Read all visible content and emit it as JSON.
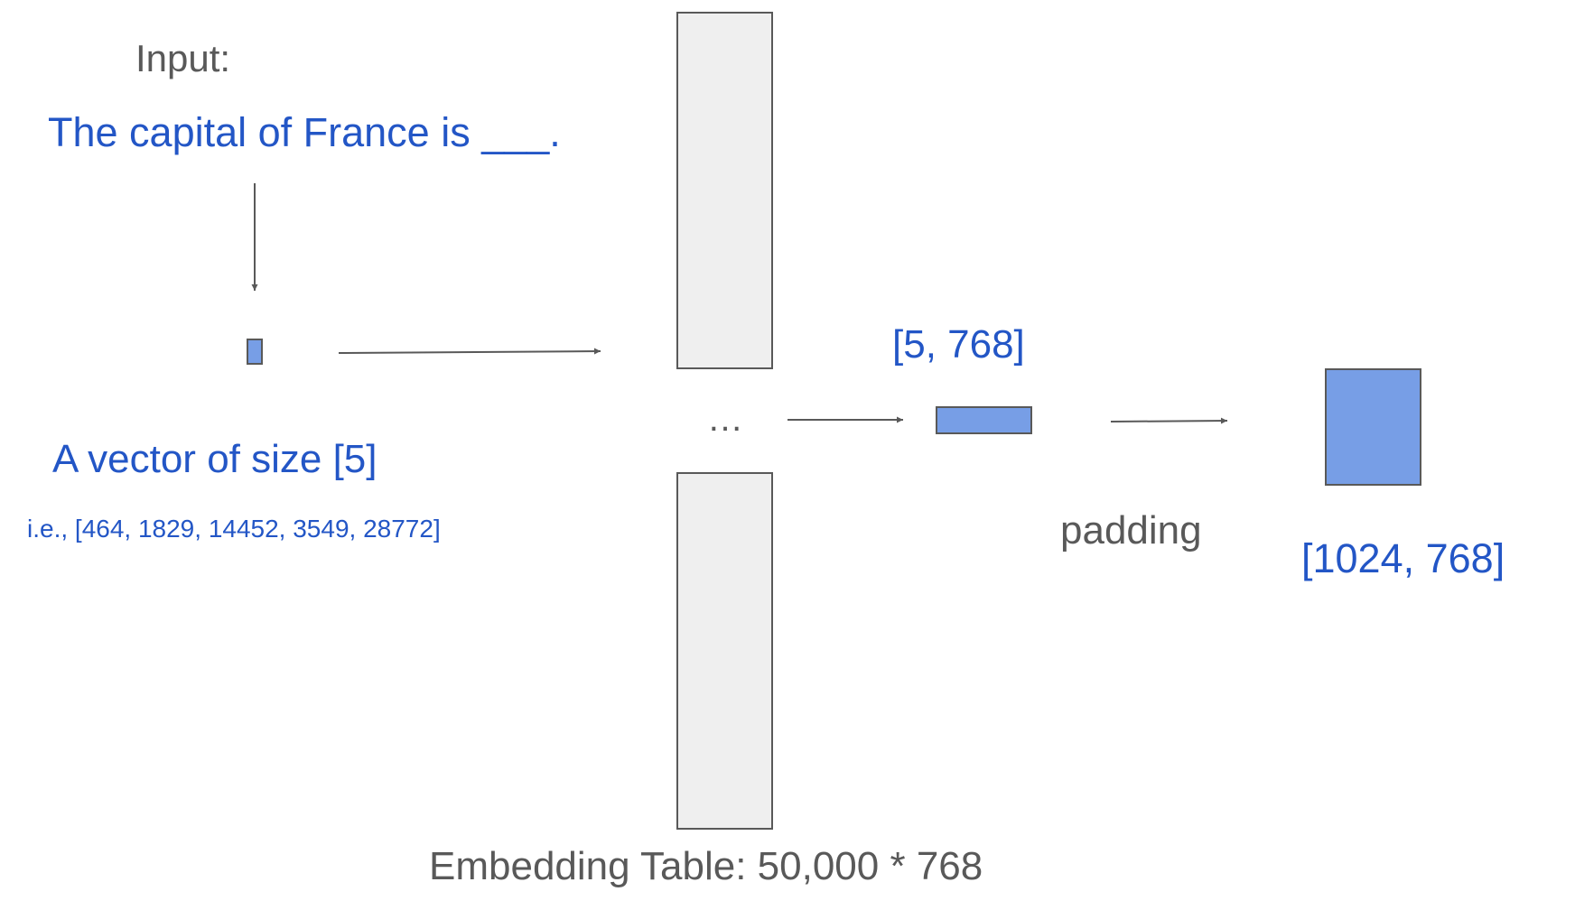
{
  "input_label": "Input:",
  "input_sentence": "The capital of France is ___.",
  "vector_label": "A vector of size [5]",
  "vector_values": "i.e., [464, 1829, 14452, 3549, 28772]",
  "ellipsis": "…",
  "embedding_shape": "[5, 768]",
  "padding_label": "padding",
  "padded_shape": "[1024, 768]",
  "table_label": "Embedding Table: 50,000 * 768",
  "colors": {
    "accent_blue": "#2356c6",
    "fill_blue": "#779ee6",
    "table_fill": "#efefef",
    "stroke": "#595959"
  }
}
